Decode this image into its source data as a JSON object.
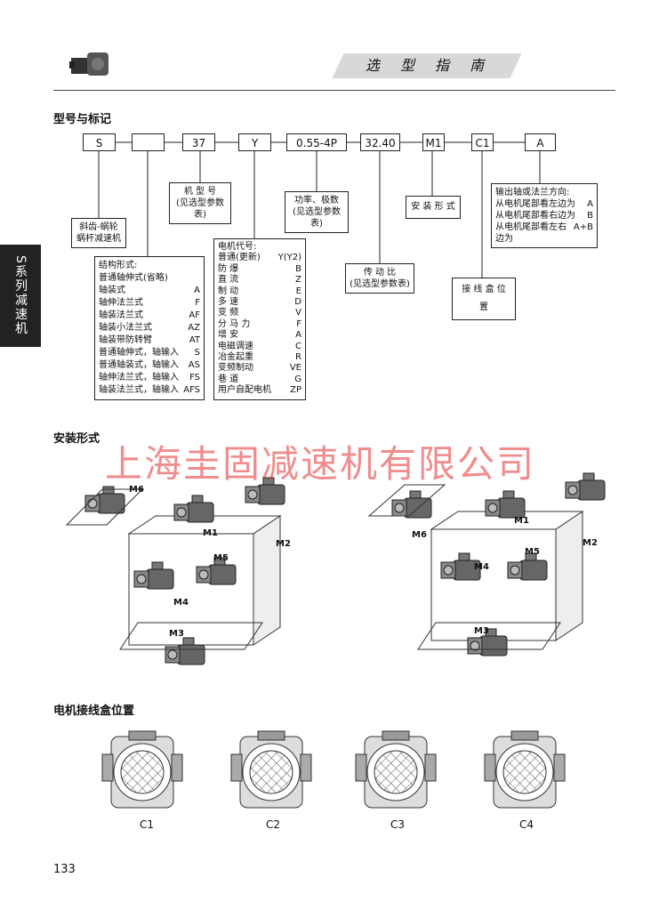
{
  "header": {
    "title": "选 型 指 南"
  },
  "side_tab": "S系列减速机",
  "sections": {
    "model": "型号与标记",
    "mounting": "安装形式",
    "terminal": "电机接线盒位置"
  },
  "code_boxes": [
    "S",
    "",
    "37",
    "Y",
    "0.55-4P",
    "32.40",
    "M1",
    "C1",
    "A"
  ],
  "notes": {
    "type_name": [
      "斜齿-蜗轮",
      "蜗杆减速机"
    ],
    "frame": [
      "机 型 号",
      "(见选型参数表)"
    ],
    "power": [
      "功率、极数",
      "(见选型参数表)"
    ],
    "mounting": [
      "安 装 形 式"
    ],
    "ratio": [
      "传 动 比",
      "(见选型参数表)"
    ],
    "terminal_box": [
      "接 线 盒 位 置"
    ],
    "direction_title": "输出轴或法兰方向:",
    "direction": [
      {
        "text": "从电机尾部看左边为",
        "code": "A"
      },
      {
        "text": "从电机尾部看右边为",
        "code": "B"
      },
      {
        "text": "从电机尾部看左右边为",
        "code": "A+B"
      }
    ],
    "structure_title": "结构形式:",
    "structure": [
      {
        "text": "普通轴伸式(省略)",
        "code": ""
      },
      {
        "text": "轴装式",
        "code": "A"
      },
      {
        "text": "轴伸法兰式",
        "code": "F"
      },
      {
        "text": "轴装法兰式",
        "code": "AF"
      },
      {
        "text": "轴装小法兰式",
        "code": "AZ"
      },
      {
        "text": "轴装带防转臂",
        "code": "AT"
      },
      {
        "text": "普通轴伸式，轴输入",
        "code": "S"
      },
      {
        "text": "普通轴装式，轴输入",
        "code": "AS"
      },
      {
        "text": "轴伸法兰式，轴输入",
        "code": "FS"
      },
      {
        "text": "轴装法兰式，轴输入",
        "code": "AFS"
      }
    ],
    "motor_title": "电机代号:",
    "motor": [
      {
        "text": "普通(更新)",
        "code": "Y(Y2)"
      },
      {
        "text": "防    爆",
        "code": "B"
      },
      {
        "text": "直    流",
        "code": "Z"
      },
      {
        "text": "制    动",
        "code": "E"
      },
      {
        "text": "多    速",
        "code": "D"
      },
      {
        "text": "变    频",
        "code": "V"
      },
      {
        "text": "分 马 力",
        "code": "F"
      },
      {
        "text": "增    安",
        "code": "A"
      },
      {
        "text": "电磁调速",
        "code": "C"
      },
      {
        "text": "冶金起重",
        "code": "R"
      },
      {
        "text": "变频制动",
        "code": "VE"
      },
      {
        "text": "巷    道",
        "code": "G"
      },
      {
        "text": "用户自配电机",
        "code": "ZP"
      }
    ]
  },
  "watermark": "上海圭固减速机有限公司",
  "mount_labels": [
    "M6",
    "M1",
    "M2",
    "M5",
    "M4",
    "M3"
  ],
  "terminal_labels": [
    "C1",
    "C2",
    "C3",
    "C4"
  ],
  "page_number": "133"
}
